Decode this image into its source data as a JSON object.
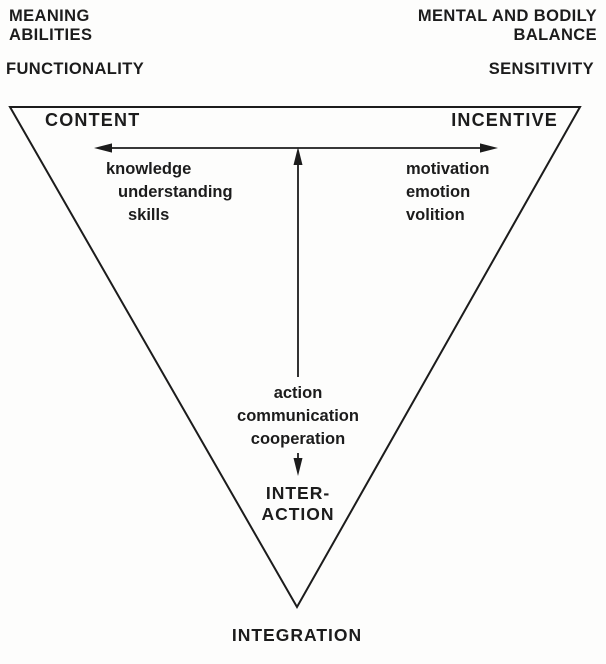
{
  "outer_labels": {
    "top_left": [
      "MEANING",
      "ABILITIES"
    ],
    "left_axis": "FUNCTIONALITY",
    "top_right": [
      "MENTAL AND BODILY",
      "BALANCE"
    ],
    "right_axis": "SENSITIVITY"
  },
  "triangle": {
    "top_left_vertex": "CONTENT",
    "top_right_vertex": "INCENTIVE",
    "bottom_vertex": [
      "INTER-",
      "ACTION"
    ],
    "apex_caption": "INTEGRATION",
    "content_list": [
      "knowledge",
      "understanding",
      "skills"
    ],
    "incentive_list": [
      "motivation",
      "emotion",
      "volition"
    ],
    "interaction_list": [
      "action",
      "communication",
      "cooperation"
    ]
  },
  "colors": {
    "ink": "#1c1c1c",
    "paper": "#fdfdfc"
  }
}
